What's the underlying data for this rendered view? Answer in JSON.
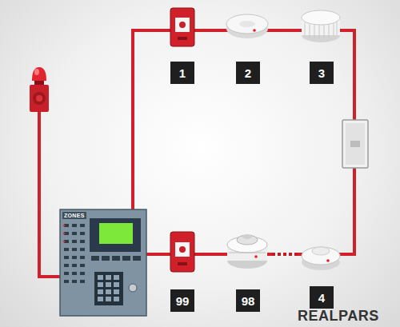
{
  "diagram": {
    "labels": [
      "ZONES",
      "1",
      "2",
      "3",
      "99",
      "98",
      "4",
      "REALPARS"
    ]
  }
}
